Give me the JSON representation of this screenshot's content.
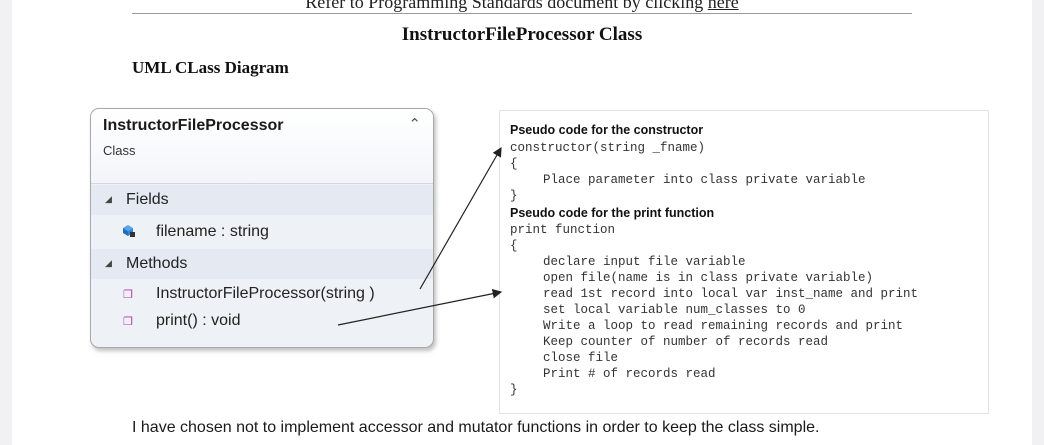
{
  "top": {
    "prefix": "Refer to Programming Standards document by clicking ",
    "link": "here"
  },
  "heading": "InstructorFileProcessor Class",
  "subheading": "UML CLass Diagram",
  "uml": {
    "class_name": "InstructorFileProcessor",
    "kind": "Class",
    "fields_label": "Fields",
    "fields": [
      "filename : string"
    ],
    "methods_label": "Methods",
    "methods": [
      "InstructorFileProcessor(string )",
      "print() : void"
    ]
  },
  "pseudo": {
    "ctor_title": "Pseudo code for the constructor",
    "ctor_sig": "constructor(string _fname)",
    "open_brace": "{",
    "close_brace": "}",
    "ctor_body": "Place parameter into class private variable",
    "print_title": "Pseudo code for the print function",
    "print_sig": "print function",
    "print_body": [
      "declare input file variable",
      "open file(name is in class private variable)",
      "read 1st record into local var inst_name and print",
      "set local variable num_classes to 0",
      "Write a loop to read remaining records and print",
      "Keep counter of number of records read",
      "close file",
      "Print # of records read"
    ]
  },
  "footer": "I have chosen not to implement accessor and mutator functions in order to keep the class simple."
}
